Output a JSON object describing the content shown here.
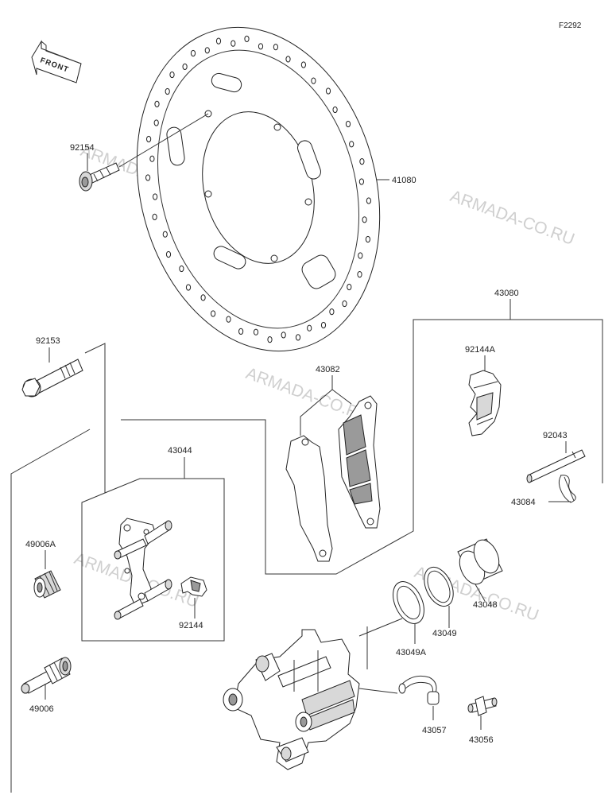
{
  "diagram_code": "F2292",
  "front_arrow_text": "FRONT",
  "watermark": "ARMADA-CO.RU",
  "parts": {
    "p92154": "92154",
    "p41080": "41080",
    "p43080": "43080",
    "p92153": "92153",
    "p43082": "43082",
    "p92144A": "92144A",
    "p92043": "92043",
    "p43084": "43084",
    "p43044": "43044",
    "p49006A": "49006A",
    "p92144": "92144",
    "p43048": "43048",
    "p43049": "43049",
    "p43049A": "43049A",
    "p49006": "49006",
    "p43057": "43057",
    "p43056": "43056"
  }
}
